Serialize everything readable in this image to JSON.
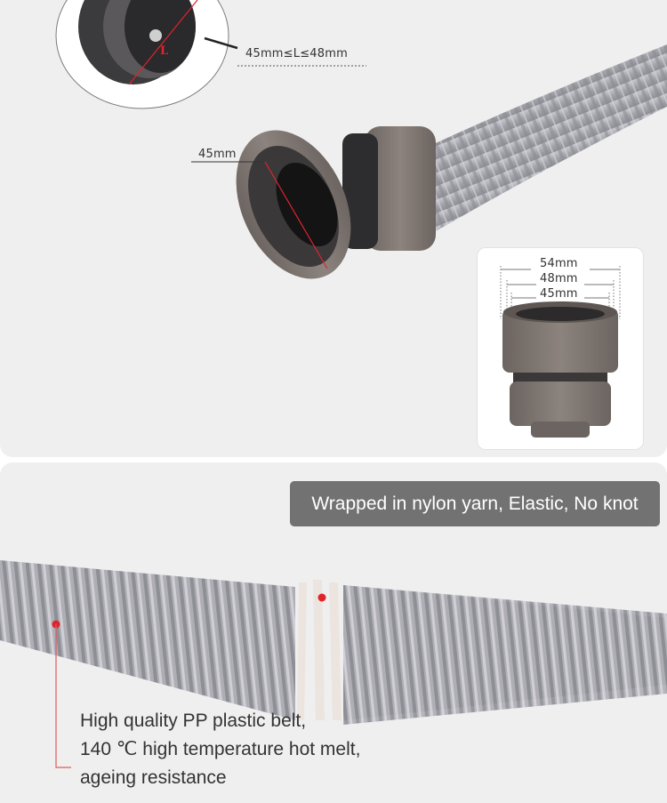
{
  "top_panel": {
    "callout_detail": {
      "label": "45mm≤L≤48mm",
      "marker": "L"
    },
    "connector_dimension": {
      "label": "45mm"
    },
    "inset_dimensions": {
      "outer": "54mm",
      "middle": "48mm",
      "inner": "45mm"
    }
  },
  "bottom_panel": {
    "badge_text": "Wrapped in nylon yarn, Elastic, No knot",
    "feature_lines": [
      "High quality PP plastic belt,",
      "140 ℃  high temperature hot melt,",
      "ageing resistance"
    ]
  },
  "colors": {
    "panel_bg": "#efefef",
    "badge_bg": "#727272",
    "hose_gray": "#a8a8ae",
    "connector_taupe": "#7d7470",
    "accent_red": "#e0242c"
  }
}
